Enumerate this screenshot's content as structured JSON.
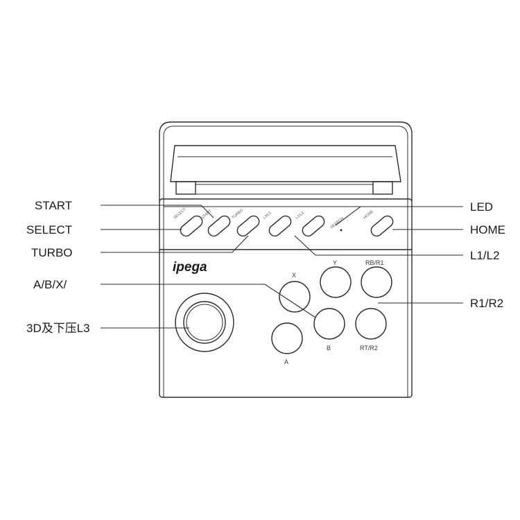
{
  "brand": {
    "logo": "ipega"
  },
  "callouts": {
    "start": "START",
    "select": "SELECT",
    "turbo": "TURBO",
    "abx": "A/B/X/",
    "stick": "3D及下压L3",
    "led": "LED",
    "home": "HOME",
    "l1l2": "L1/L2",
    "r1r2": "R1/R2"
  },
  "small_buttons": {
    "select": "SELECT",
    "start": "START",
    "turbo": "TURBO",
    "l3l1": "L3/L1",
    "l1l2": "L1/L2",
    "search": "SEARCH",
    "home": "HOME"
  },
  "face_buttons": {
    "x": "X",
    "y": "Y",
    "rb_r1": "RB/R1",
    "a": "A",
    "b": "B",
    "rt_r2": "RT/R2"
  }
}
